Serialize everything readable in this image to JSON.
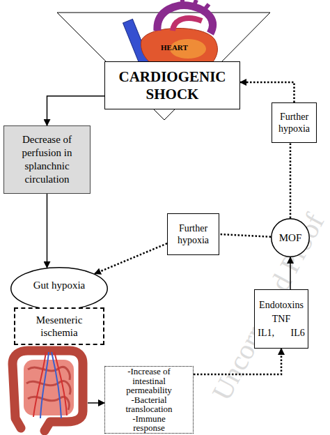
{
  "diagram": {
    "nodes": [
      {
        "text": [
          "CARDIOGENIC SHOCK"
        ]
      },
      {
        "text": [
          "Decrease of perfusion in splanchnic circulation"
        ]
      },
      {
        "text": [
          "Gut hypoxia"
        ]
      },
      {
        "text": [
          "Mesenteric ischemia"
        ]
      },
      {
        "text": [
          "-Increase of intestinal permeability",
          "-Bacterial translocation",
          "-Immune response"
        ]
      },
      {
        "text": [
          "Endotoxins TNF IL1, IL6"
        ]
      },
      {
        "text": [
          "MOF"
        ]
      },
      {
        "text": [
          "Further hypoxia"
        ]
      },
      {
        "text": [
          "Further hypoxia"
        ]
      }
    ],
    "edges": [
      {
        "from": 0,
        "to": 1,
        "arrow": "to"
      },
      {
        "from": 1,
        "to": 2,
        "arrow": "to"
      },
      {
        "from": 3,
        "to": 4,
        "arrow": "to"
      },
      {
        "from": 4,
        "to": 5,
        "arrow": "to"
      },
      {
        "from": 5,
        "to": 6,
        "arrow": "to"
      },
      {
        "from": 6,
        "to": 7,
        "arrow": "none"
      },
      {
        "from": 7,
        "to": 0,
        "arrow": "to"
      },
      {
        "from": 6,
        "to": 8,
        "arrow": "none"
      },
      {
        "from": 8,
        "to": 2,
        "arrow": "to"
      }
    ],
    "labels": [
      "HEART",
      "Uncorrected Proof"
    ]
  }
}
